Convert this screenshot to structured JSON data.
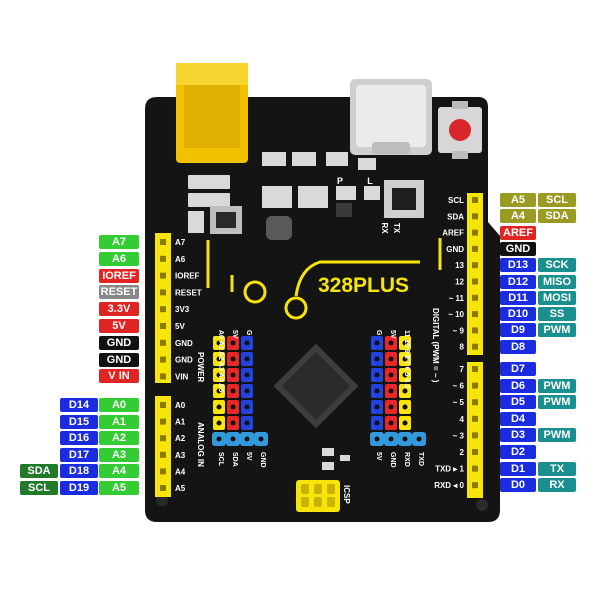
{
  "board": {
    "name": "328PLUS",
    "headers": {
      "power": "POWER",
      "analog_in": "ANALOG  IN",
      "digital": "DIGITAL  (PWM = ~ )",
      "icsp": "ICSP"
    },
    "led_labels": [
      "P",
      "L",
      "RX",
      "TX"
    ],
    "left_pins": [
      "A7",
      "A6",
      "IOREF",
      "RESET",
      "3V3",
      "5V",
      "GND",
      "GND",
      "VIN",
      "A0",
      "A1",
      "A2",
      "A3",
      "A4",
      "A5"
    ],
    "right_pins": [
      "SCL",
      "SDA",
      "AREF",
      "GND",
      "13",
      "12",
      "~ 11",
      "~ 10",
      "~ 9",
      "8",
      "7",
      "~ 6",
      "~ 5",
      "4",
      "~ 3",
      "2",
      "TXD ▸ 1",
      "RXD ◂ 0"
    ],
    "left_block_cols": [
      "A0 A1 A2 A3 A4 A5",
      "5V",
      "G"
    ],
    "left_block_bottom": [
      "SCL",
      "SDA",
      "5V",
      "GND"
    ],
    "right_block_cols": [
      "G",
      "5V",
      "11 10 9 8 7 6 5 4 3"
    ],
    "right_block_bottom": [
      "5V",
      "GND",
      "RXD",
      "TXD"
    ]
  },
  "left_labels": {
    "rows": [
      {
        "label": "A7",
        "color": "#33cc33"
      },
      {
        "label": "A6",
        "color": "#33cc33"
      },
      {
        "label": "IOREF",
        "color": "#e02424"
      },
      {
        "label": "RESET",
        "color": "#888888"
      },
      {
        "label": "3.3V",
        "color": "#e02424"
      },
      {
        "label": "5V",
        "color": "#e02424"
      },
      {
        "label": "GND",
        "color": "#111111"
      },
      {
        "label": "GND",
        "color": "#111111"
      },
      {
        "label": "V IN",
        "color": "#e02424"
      }
    ],
    "analog_rows": [
      {
        "extra": "",
        "d": "D14",
        "a": "A0"
      },
      {
        "extra": "",
        "d": "D15",
        "a": "A1"
      },
      {
        "extra": "",
        "d": "D16",
        "a": "A2"
      },
      {
        "extra": "",
        "d": "D17",
        "a": "A3"
      },
      {
        "extra": "SDA",
        "d": "D18",
        "a": "A4"
      },
      {
        "extra": "SCL",
        "d": "D19",
        "a": "A5"
      }
    ]
  },
  "right_labels": {
    "top_rows": [
      {
        "main": "A5",
        "main_color": "#9a9a22",
        "fn": "SCL",
        "fn_color": "#9a9a22"
      },
      {
        "main": "A4",
        "main_color": "#9a9a22",
        "fn": "SDA",
        "fn_color": "#9a9a22"
      },
      {
        "main": "AREF",
        "main_color": "#e02424",
        "fn": "",
        "fn_color": ""
      },
      {
        "main": "GND",
        "main_color": "#111111",
        "fn": "",
        "fn_color": ""
      }
    ],
    "digital_rows": [
      {
        "main": "D13",
        "fn": "SCK"
      },
      {
        "main": "D12",
        "fn": "MISO"
      },
      {
        "main": "D11",
        "fn": "MOSI"
      },
      {
        "main": "D10",
        "fn": "SS"
      },
      {
        "main": "D9",
        "fn": "PWM"
      },
      {
        "main": "D8",
        "fn": ""
      },
      {
        "main": "D7",
        "fn": ""
      },
      {
        "main": "D6",
        "fn": "PWM"
      },
      {
        "main": "D5",
        "fn": "PWM"
      },
      {
        "main": "D4",
        "fn": ""
      },
      {
        "main": "D3",
        "fn": "PWM"
      },
      {
        "main": "D2",
        "fn": ""
      },
      {
        "main": "D1",
        "fn": "TX"
      },
      {
        "main": "D0",
        "fn": "RX"
      }
    ],
    "digital_color": "#1a2be0",
    "fn_color": "#1a8f8f"
  },
  "colors": {
    "board": "#141414",
    "header": "#f7e40a",
    "power_jack": "#f2c200",
    "reset_button": "#d8262a",
    "analog_green": "#33cc33",
    "sda_scl_green": "#1f7a2a",
    "pin_red": "#e82828",
    "pin_blue": "#2244dd",
    "pin_cyan": "#3399dd"
  }
}
